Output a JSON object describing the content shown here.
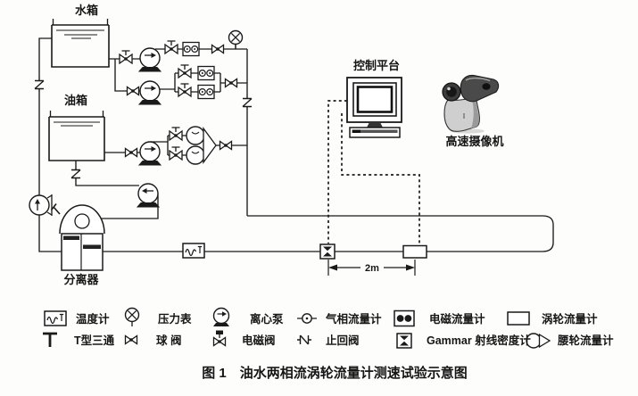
{
  "colors": {
    "ink": "#1a1a1a",
    "paper": "#fdfdfc"
  },
  "diagram": {
    "water_tank_label": "水箱",
    "oil_tank_label": "油箱",
    "separator_label": "分离器",
    "control_platform_label": "控制平台",
    "camera_label": "高速摄像机",
    "test_section_distance": "2m"
  },
  "legend": {
    "items": [
      {
        "symbol": "thermometer",
        "label": "温度计"
      },
      {
        "symbol": "pressure-gauge",
        "label": "压力表"
      },
      {
        "symbol": "centrifugal-pump",
        "label": "离心泵"
      },
      {
        "symbol": "gas-flowmeter",
        "label": "气相流量计"
      },
      {
        "symbol": "electromagnetic-flowmeter",
        "label": "电磁流量计"
      },
      {
        "symbol": "turbine-flowmeter",
        "label": "涡轮流量计"
      },
      {
        "symbol": "t-type-tee",
        "label": "T型三通"
      },
      {
        "symbol": "ball-valve",
        "label": "球 阀"
      },
      {
        "symbol": "solenoid-valve",
        "label": "电磁阀"
      },
      {
        "symbol": "check-valve",
        "label": "止回阀"
      },
      {
        "symbol": "gamma-densitometer",
        "label": "Gammar 射线密度计"
      },
      {
        "symbol": "roots-flowmeter",
        "label": "腰轮流量计"
      }
    ]
  },
  "caption": "图 1　油水两相流涡轮流量计测速试验示意图"
}
